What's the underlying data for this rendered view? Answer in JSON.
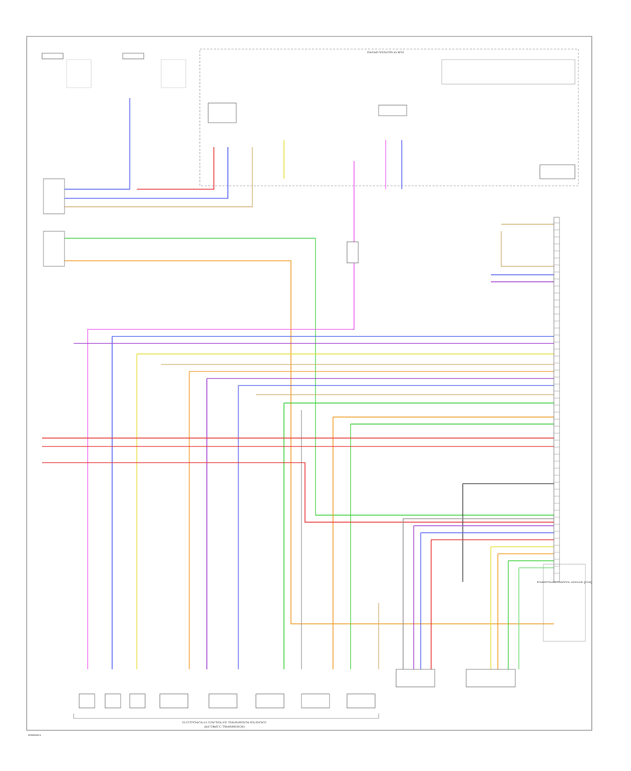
{
  "diagram": {
    "footer_code": "W00000/1",
    "top_label": "ENGINE ROOM RELAY BOX",
    "bottom_label_1": "ELECTRONICALLY CONTROLLED TRANSMISSION SOLENOIDS",
    "bottom_label_2": "(AUTOMATIC TRANSMISSION)",
    "module_label": "POWERTRAIN CONTROL MODULE (PCM)",
    "wire_colors": {
      "red": "#e83a3a",
      "orange": "#f0a030",
      "yellow": "#e8e040",
      "green": "#40d040",
      "blue": "#5060f0",
      "violet": "#a040d0",
      "pink": "#f060f0",
      "tan": "#d0b070",
      "gray": "#999999",
      "dark": "#444444",
      "lightgreen": "#80e080"
    }
  }
}
